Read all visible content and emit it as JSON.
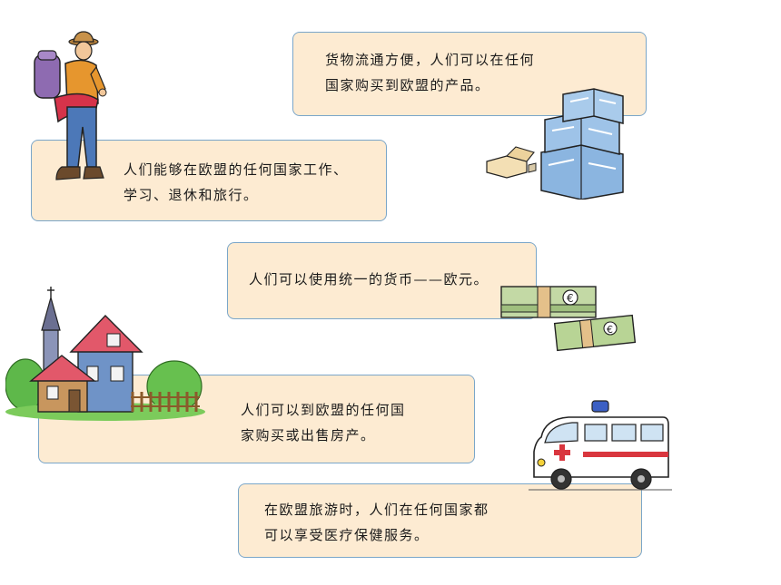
{
  "cards": [
    {
      "line1": "货物流通方便，人们可以在任何",
      "line2": "国家购买到欧盟的产品。"
    },
    {
      "line1": "人们能够在欧盟的任何国家工作、",
      "line2": "学习、退休和旅行。"
    },
    {
      "line1": "人们可以使用统一的货币——欧元。"
    },
    {
      "line1": "人们可以到欧盟的任何国",
      "line2": "家购买或出售房产。"
    },
    {
      "line1": "在欧盟旅游时，人们在任何国家都",
      "line2": "可以享受医疗保健服务。"
    }
  ],
  "icons": {
    "traveler": "backpacker-illustration",
    "boxes": "cargo-boxes-illustration",
    "money": "euro-banknotes-illustration",
    "house": "houses-illustration",
    "ambulance": "ambulance-illustration"
  },
  "colors": {
    "card_bg": "#fdebd2",
    "card_border": "#7aa6c9"
  }
}
